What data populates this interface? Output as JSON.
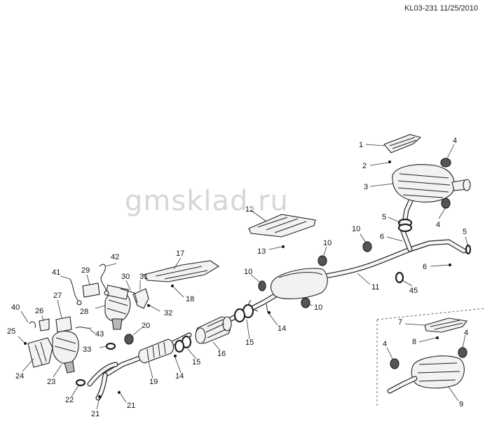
{
  "header": {
    "doc_id": "KL03-231 11/25/2010"
  },
  "watermark": "gmsklad.ru",
  "callouts": [
    "1",
    "2",
    "3",
    "4",
    "5",
    "6",
    "7",
    "8",
    "9",
    "10",
    "11",
    "12",
    "13",
    "14",
    "15",
    "16",
    "17",
    "18",
    "19",
    "20",
    "21",
    "22",
    "23",
    "24",
    "25",
    "26",
    "27",
    "28",
    "29",
    "30",
    "31",
    "32",
    "33",
    "40",
    "41",
    "42",
    "43",
    "45"
  ]
}
